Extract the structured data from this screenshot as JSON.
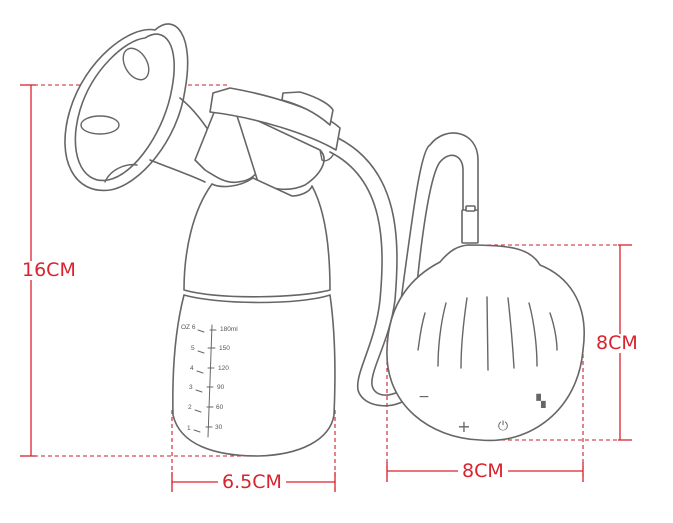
{
  "diagram": {
    "subject": "electric-breast-pump-dimensions",
    "colors": {
      "dimension": "#d9232d",
      "outline": "#666666",
      "background": "#ffffff"
    },
    "dimensions": {
      "pump_height": "16CM",
      "bottle_width": "6.5CM",
      "motor_height": "8CM",
      "motor_width": "8CM"
    },
    "bottle_scale": {
      "left_oz": [
        "OZ 6",
        "5",
        "4",
        "3",
        "2",
        "1"
      ],
      "right_ml": [
        "180ml",
        "150",
        "120",
        "90",
        "60",
        "30"
      ]
    },
    "motor_buttons": {
      "minus": "−",
      "plus": "+",
      "power": "⏻",
      "mode": "▚"
    }
  }
}
